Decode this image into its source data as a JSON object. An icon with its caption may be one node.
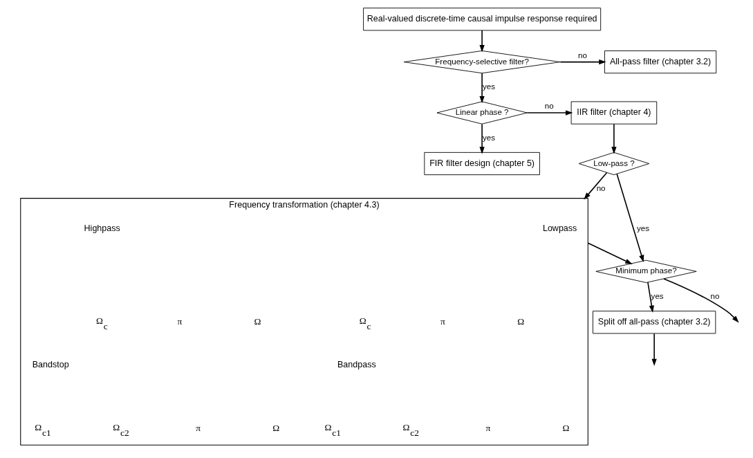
{
  "diagram": {
    "nodes": [
      {
        "text": [
          "Real-valued discrete-time causal impulse response required"
        ]
      },
      {
        "text": [
          "Frequency-selective filter?"
        ]
      },
      {
        "text": [
          "All-pass filter (chapter 3.2)"
        ]
      },
      {
        "text": [
          "Linear phase ?"
        ]
      },
      {
        "text": [
          "IIR filter (chapter 4)"
        ]
      },
      {
        "text": [
          "FIR filter design (chapter 5)"
        ]
      },
      {
        "text": [
          "Low-pass ?"
        ]
      },
      {
        "text": [
          "Frequency transformation (chapter 4.3)"
        ]
      },
      {
        "text": [
          "Minimum phase?"
        ]
      },
      {
        "text": [
          "Split off all-pass (chapter 3.2)"
        ]
      }
    ],
    "edges": [
      {
        "from": 0,
        "to": 1,
        "arrow": "to"
      },
      {
        "from": 1,
        "to": 2,
        "arrow": "to",
        "label": "no"
      },
      {
        "from": 1,
        "to": 3,
        "arrow": "to",
        "label": "yes"
      },
      {
        "from": 3,
        "to": 4,
        "arrow": "to",
        "label": "no"
      },
      {
        "from": 3,
        "to": 5,
        "arrow": "to",
        "label": "yes"
      },
      {
        "from": 4,
        "to": 6,
        "arrow": "to"
      },
      {
        "from": 6,
        "to": 8,
        "arrow": "to",
        "label": "yes"
      },
      {
        "from": 6,
        "to": 7,
        "arrow": "to",
        "label": "no"
      },
      {
        "from": 7,
        "to": 8,
        "arrow": "to"
      },
      {
        "from": 8,
        "to": null,
        "arrow": "to",
        "label": "no"
      },
      {
        "from": 8,
        "to": 9,
        "arrow": "to",
        "label": "yes"
      },
      {
        "from": 9,
        "to": null,
        "arrow": "to"
      }
    ],
    "labels": [
      "Lowpass",
      "Ω$_{c}$",
      "π",
      "Ω",
      "Highpass",
      "Ω$_{c}$",
      "π",
      "Ω",
      "Bandpass",
      "Ω$_{c1}$",
      "Ω$_{c2}$",
      "π",
      "Ω",
      "Bandstop",
      "Ω$_{c1}$",
      "Ω$_{c2}$",
      "π",
      "Ω"
    ]
  }
}
